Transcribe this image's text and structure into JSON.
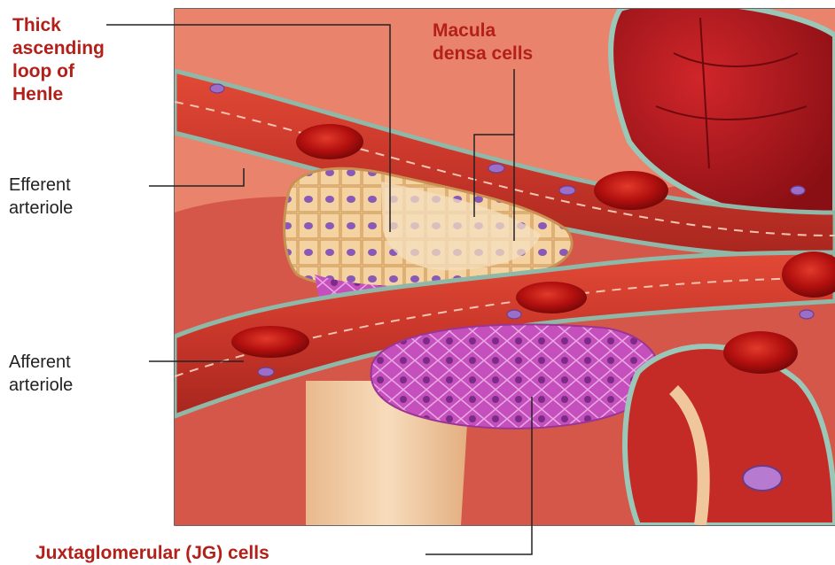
{
  "labels": {
    "thick_ascending": [
      "Thick",
      "ascending",
      "loop of",
      "Henle"
    ],
    "macula_densa": [
      "Macula",
      "densa cells"
    ],
    "efferent": [
      "Efferent",
      "arteriole"
    ],
    "afferent": [
      "Afferent",
      "arteriole"
    ],
    "jg_cells": "Juxtaglomerular (JG) cells"
  },
  "colors": {
    "label_red": "#b3201a",
    "label_black": "#222222",
    "tissue": "#c8362a",
    "tubule": "#f2c98f",
    "jg": "#c850c0",
    "rbc": "#b00f10",
    "membrane": "#8fb8a8"
  }
}
